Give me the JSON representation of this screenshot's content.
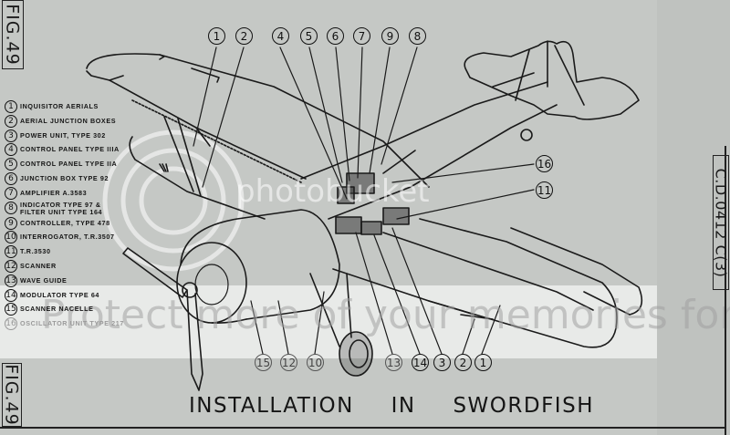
{
  "figure": {
    "fig_label_top": "FIG.49",
    "fig_label_bottom": "FIG.49",
    "doc_ref": "C.D.0412 C(3)",
    "title": "INSTALLATION IN SWORDFISH"
  },
  "legend": [
    {
      "num": "1",
      "label": "INQUISITOR AERIALS"
    },
    {
      "num": "2",
      "label": "AERIAL JUNCTION BOXES"
    },
    {
      "num": "3",
      "label": "POWER UNIT, TYPE 302"
    },
    {
      "num": "4",
      "label": "CONTROL PANEL TYPE IIIA"
    },
    {
      "num": "5",
      "label": "CONTROL PANEL TYPE IIA"
    },
    {
      "num": "6",
      "label": "JUNCTION BOX TYPE 92"
    },
    {
      "num": "7",
      "label": "AMPLIFIER A.3583"
    },
    {
      "num": "8",
      "label": "INDICATOR TYPE 97 &\nFILTER UNIT TYPE 164"
    },
    {
      "num": "9",
      "label": "CONTROLLER, TYPE 478"
    },
    {
      "num": "10",
      "label": "INTERROGATOR, T.R.3507"
    },
    {
      "num": "11",
      "label": "T.R.3530"
    },
    {
      "num": "12",
      "label": "SCANNER"
    },
    {
      "num": "13",
      "label": "WAVE GUIDE"
    },
    {
      "num": "14",
      "label": "MODULATOR TYPE 64"
    },
    {
      "num": "15",
      "label": "SCANNER NACELLE"
    },
    {
      "num": "16",
      "label": "OSCILLATOR UNIT TYPE 217"
    }
  ],
  "callouts_top": [
    "1",
    "2",
    "4",
    "5",
    "6",
    "7",
    "9",
    "8"
  ],
  "callouts_right": [
    "16",
    "11"
  ],
  "callouts_bottom": [
    "15",
    "12",
    "10",
    "13",
    "14",
    "3",
    "2",
    "1"
  ],
  "watermark": {
    "brand": "photobucket",
    "tagline": "Protect more of your memories for less!"
  }
}
